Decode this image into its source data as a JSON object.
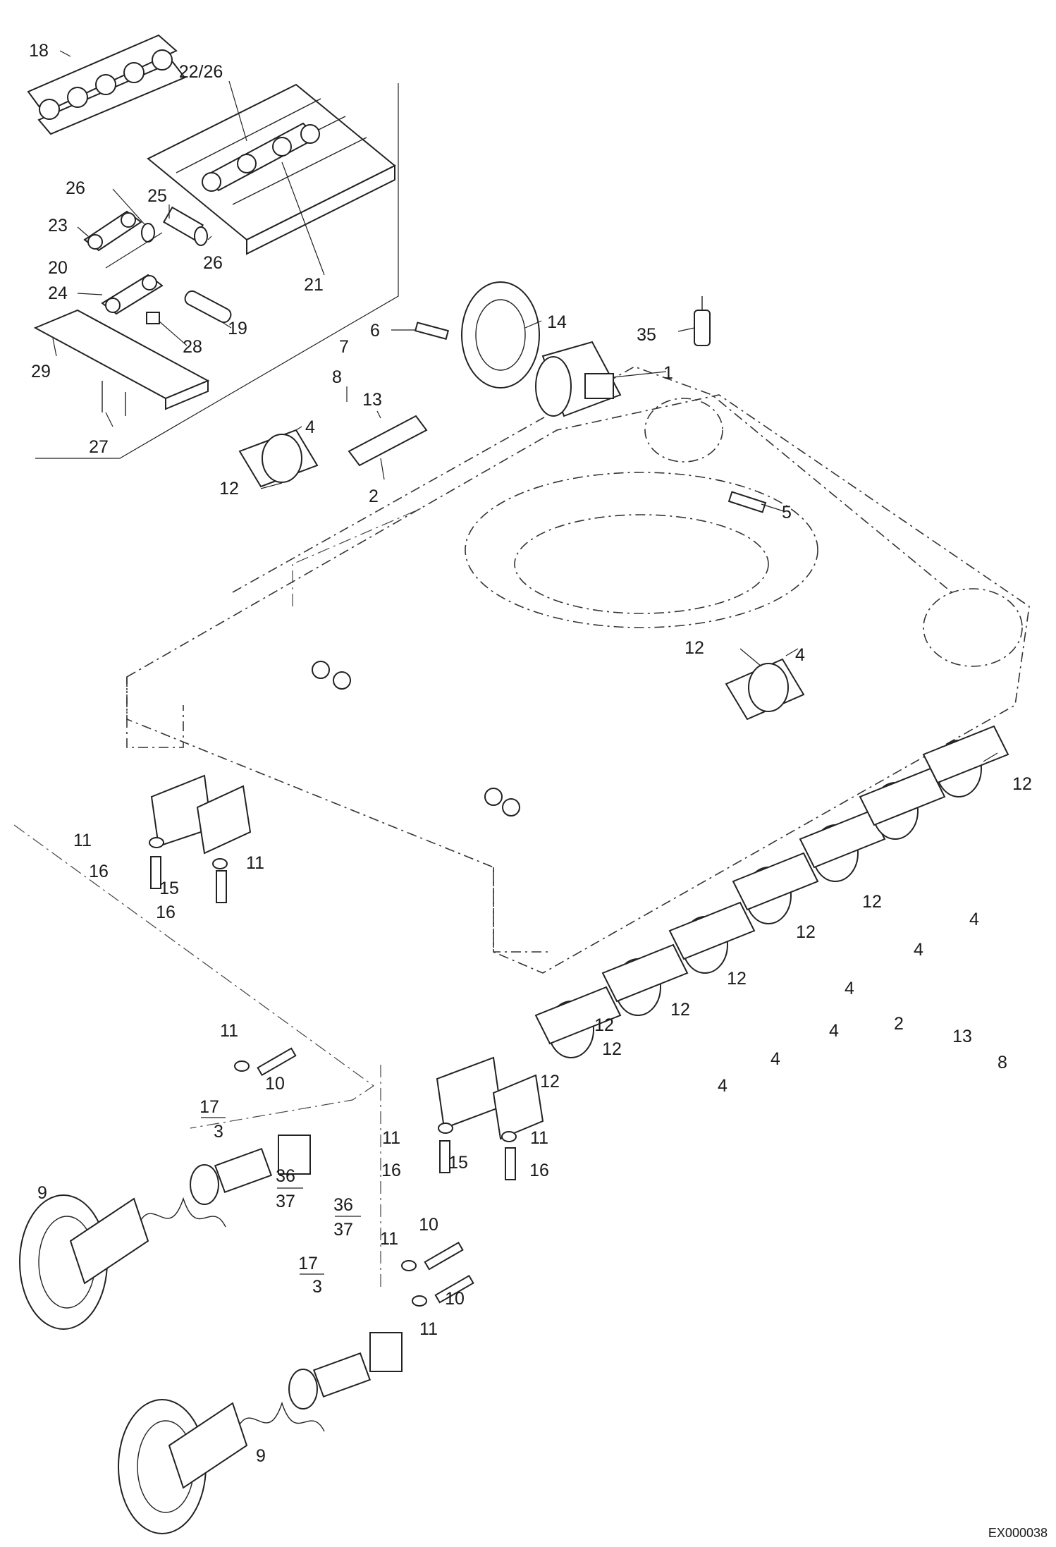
{
  "drawing_ref": "EX000038",
  "callouts": [
    {
      "id": "c18",
      "text": "18"
    },
    {
      "id": "c22-26",
      "text": "22/26"
    },
    {
      "id": "c26a",
      "text": "26"
    },
    {
      "id": "c25",
      "text": "25"
    },
    {
      "id": "c23",
      "text": "23"
    },
    {
      "id": "c26b",
      "text": "26"
    },
    {
      "id": "c20",
      "text": "20"
    },
    {
      "id": "c21",
      "text": "21"
    },
    {
      "id": "c24",
      "text": "24"
    },
    {
      "id": "c19",
      "text": "19"
    },
    {
      "id": "c28",
      "text": "28"
    },
    {
      "id": "c7",
      "text": "7"
    },
    {
      "id": "c29",
      "text": "29"
    },
    {
      "id": "c27",
      "text": "27"
    },
    {
      "id": "c6",
      "text": "6"
    },
    {
      "id": "c14",
      "text": "14"
    },
    {
      "id": "c35",
      "text": "35"
    },
    {
      "id": "c1",
      "text": "1"
    },
    {
      "id": "c8a",
      "text": "8"
    },
    {
      "id": "c13a",
      "text": "13"
    },
    {
      "id": "c4a",
      "text": "4"
    },
    {
      "id": "c12a",
      "text": "12"
    },
    {
      "id": "c2a",
      "text": "2"
    },
    {
      "id": "c5",
      "text": "5"
    },
    {
      "id": "c12b",
      "text": "12"
    },
    {
      "id": "c4b",
      "text": "4"
    },
    {
      "id": "c12c",
      "text": "12"
    },
    {
      "id": "c11a",
      "text": "11"
    },
    {
      "id": "c16a",
      "text": "16"
    },
    {
      "id": "c15a",
      "text": "15"
    },
    {
      "id": "c11b",
      "text": "11"
    },
    {
      "id": "c16b",
      "text": "16"
    },
    {
      "id": "c12d",
      "text": "12"
    },
    {
      "id": "c4c",
      "text": "4"
    },
    {
      "id": "c12e",
      "text": "12"
    },
    {
      "id": "c4d",
      "text": "4"
    },
    {
      "id": "c12f",
      "text": "12"
    },
    {
      "id": "c4e",
      "text": "4"
    },
    {
      "id": "c12g",
      "text": "12"
    },
    {
      "id": "c12h",
      "text": "12"
    },
    {
      "id": "c4f",
      "text": "4"
    },
    {
      "id": "c2b",
      "text": "2"
    },
    {
      "id": "c13b",
      "text": "13"
    },
    {
      "id": "c8b",
      "text": "8"
    },
    {
      "id": "c12i",
      "text": "12"
    },
    {
      "id": "c12j",
      "text": "12"
    },
    {
      "id": "c4g",
      "text": "4"
    },
    {
      "id": "c4h",
      "text": "4"
    },
    {
      "id": "c11c",
      "text": "11"
    },
    {
      "id": "c10a",
      "text": "10"
    },
    {
      "id": "c17a",
      "text": "17"
    },
    {
      "id": "c3a",
      "text": "3"
    },
    {
      "id": "c36a",
      "text": "36"
    },
    {
      "id": "c37a",
      "text": "37"
    },
    {
      "id": "c9a",
      "text": "9"
    },
    {
      "id": "c11d",
      "text": "11"
    },
    {
      "id": "c16c",
      "text": "16"
    },
    {
      "id": "c15b",
      "text": "15"
    },
    {
      "id": "c11e",
      "text": "11"
    },
    {
      "id": "c16d",
      "text": "16"
    },
    {
      "id": "c36b",
      "text": "36"
    },
    {
      "id": "c37b",
      "text": "37"
    },
    {
      "id": "c11f",
      "text": "11"
    },
    {
      "id": "c10b",
      "text": "10"
    },
    {
      "id": "c17b",
      "text": "17"
    },
    {
      "id": "c3b",
      "text": "3"
    },
    {
      "id": "c10c",
      "text": "10"
    },
    {
      "id": "c11g",
      "text": "11"
    },
    {
      "id": "c9b",
      "text": "9"
    }
  ]
}
